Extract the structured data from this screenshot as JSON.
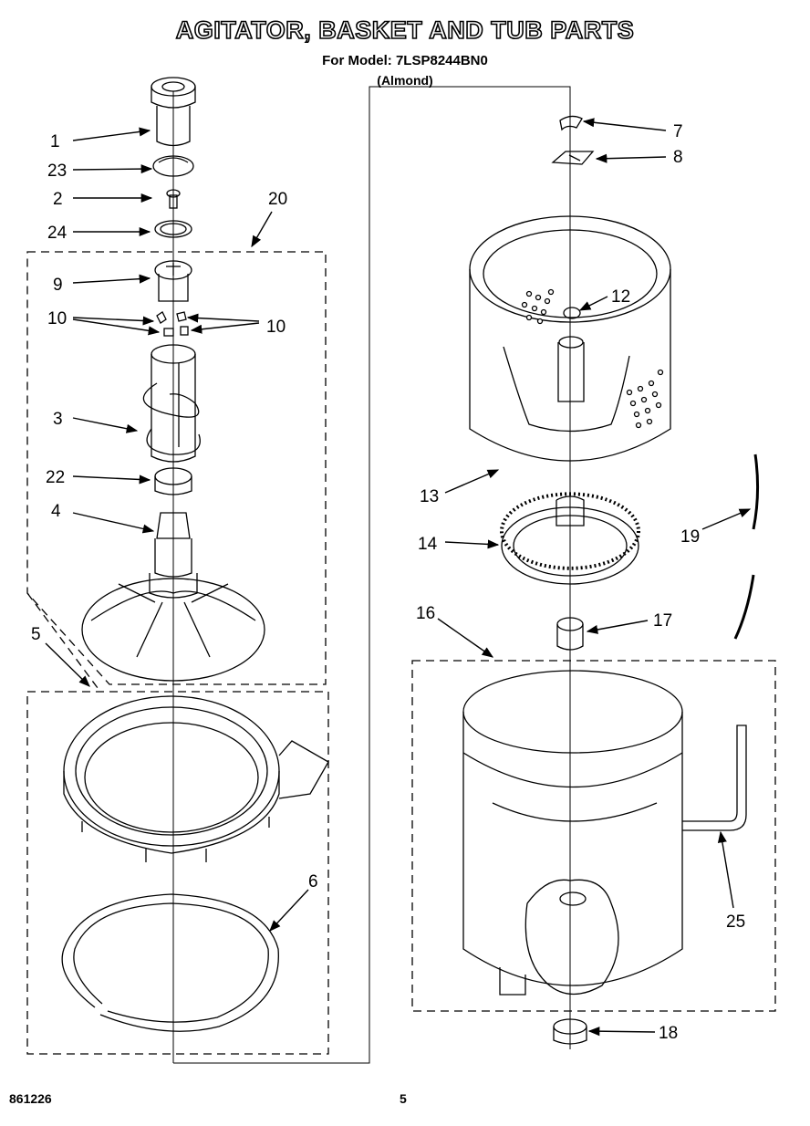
{
  "title": "AGITATOR, BASKET AND TUB PARTS",
  "subtitle": "For Model: 7LSP8244BN0",
  "subtitle2": "(Almond)",
  "footer": {
    "doc_number": "861226",
    "page": "5"
  },
  "callouts": {
    "c1": "1",
    "c23": "23",
    "c2": "2",
    "c24": "24",
    "c20": "20",
    "c9": "9",
    "c10a": "10",
    "c10b": "10",
    "c3": "3",
    "c22": "22",
    "c4": "4",
    "c5": "5",
    "c6": "6",
    "c7": "7",
    "c8": "8",
    "c12": "12",
    "c13": "13",
    "c14": "14",
    "c19": "19",
    "c16": "16",
    "c17": "17",
    "c25": "25",
    "c18": "18"
  }
}
